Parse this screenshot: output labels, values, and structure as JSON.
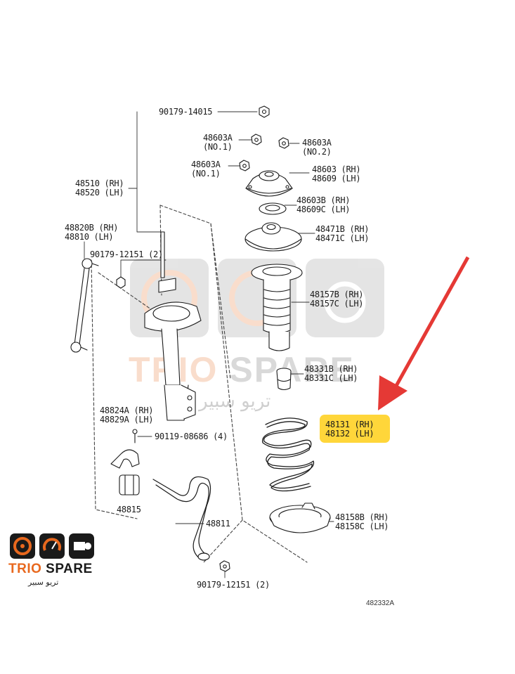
{
  "diagram": {
    "labels": {
      "nut_top": "90179-14015",
      "nut_a1": [
        "48603A",
        "(NO.1)"
      ],
      "nut_a2": [
        "48603A",
        "(NO.2)"
      ],
      "nut_a3": [
        "48603A",
        "(NO.1)"
      ],
      "mount": [
        "48603 (RH)",
        "48609 (LH)"
      ],
      "bearing": [
        "48603B (RH)",
        "48609C (LH)"
      ],
      "upper_seat": [
        "48471B (RH)",
        "48471C (LH)"
      ],
      "strut": [
        "48510 (RH)",
        "48520 (LH)"
      ],
      "link": [
        "48820B (RH)",
        "48810 (LH)"
      ],
      "link_nut": "90179-12151 (2)",
      "boot": [
        "48157B (RH)",
        "48157C (LH)"
      ],
      "bumper": [
        "48331B (RH)",
        "48331C (LH)"
      ],
      "spring": [
        "48131 (RH)",
        "48132 (LH)"
      ],
      "bracket": [
        "48824A (RH)",
        "48829A (LH)"
      ],
      "bolt": "90119-08686 (4)",
      "bushing": "48815",
      "stabilizer": "48811",
      "lower_seat": [
        "48158B (RH)",
        "48158C (LH)"
      ],
      "bottom_nut": "90179-12151 (2)",
      "ref_code": "482332A"
    },
    "highlight_color": "#ffd63a",
    "arrow_color": "#e53935"
  },
  "watermark": {
    "brand_a": "TRIO",
    "brand_b": "SPARE",
    "arabic": "تريو سبير"
  },
  "logo": {
    "brand_a": "TRIO",
    "brand_b": "SPARE",
    "arabic": "تريو سبير",
    "accent": "#e8681e"
  }
}
